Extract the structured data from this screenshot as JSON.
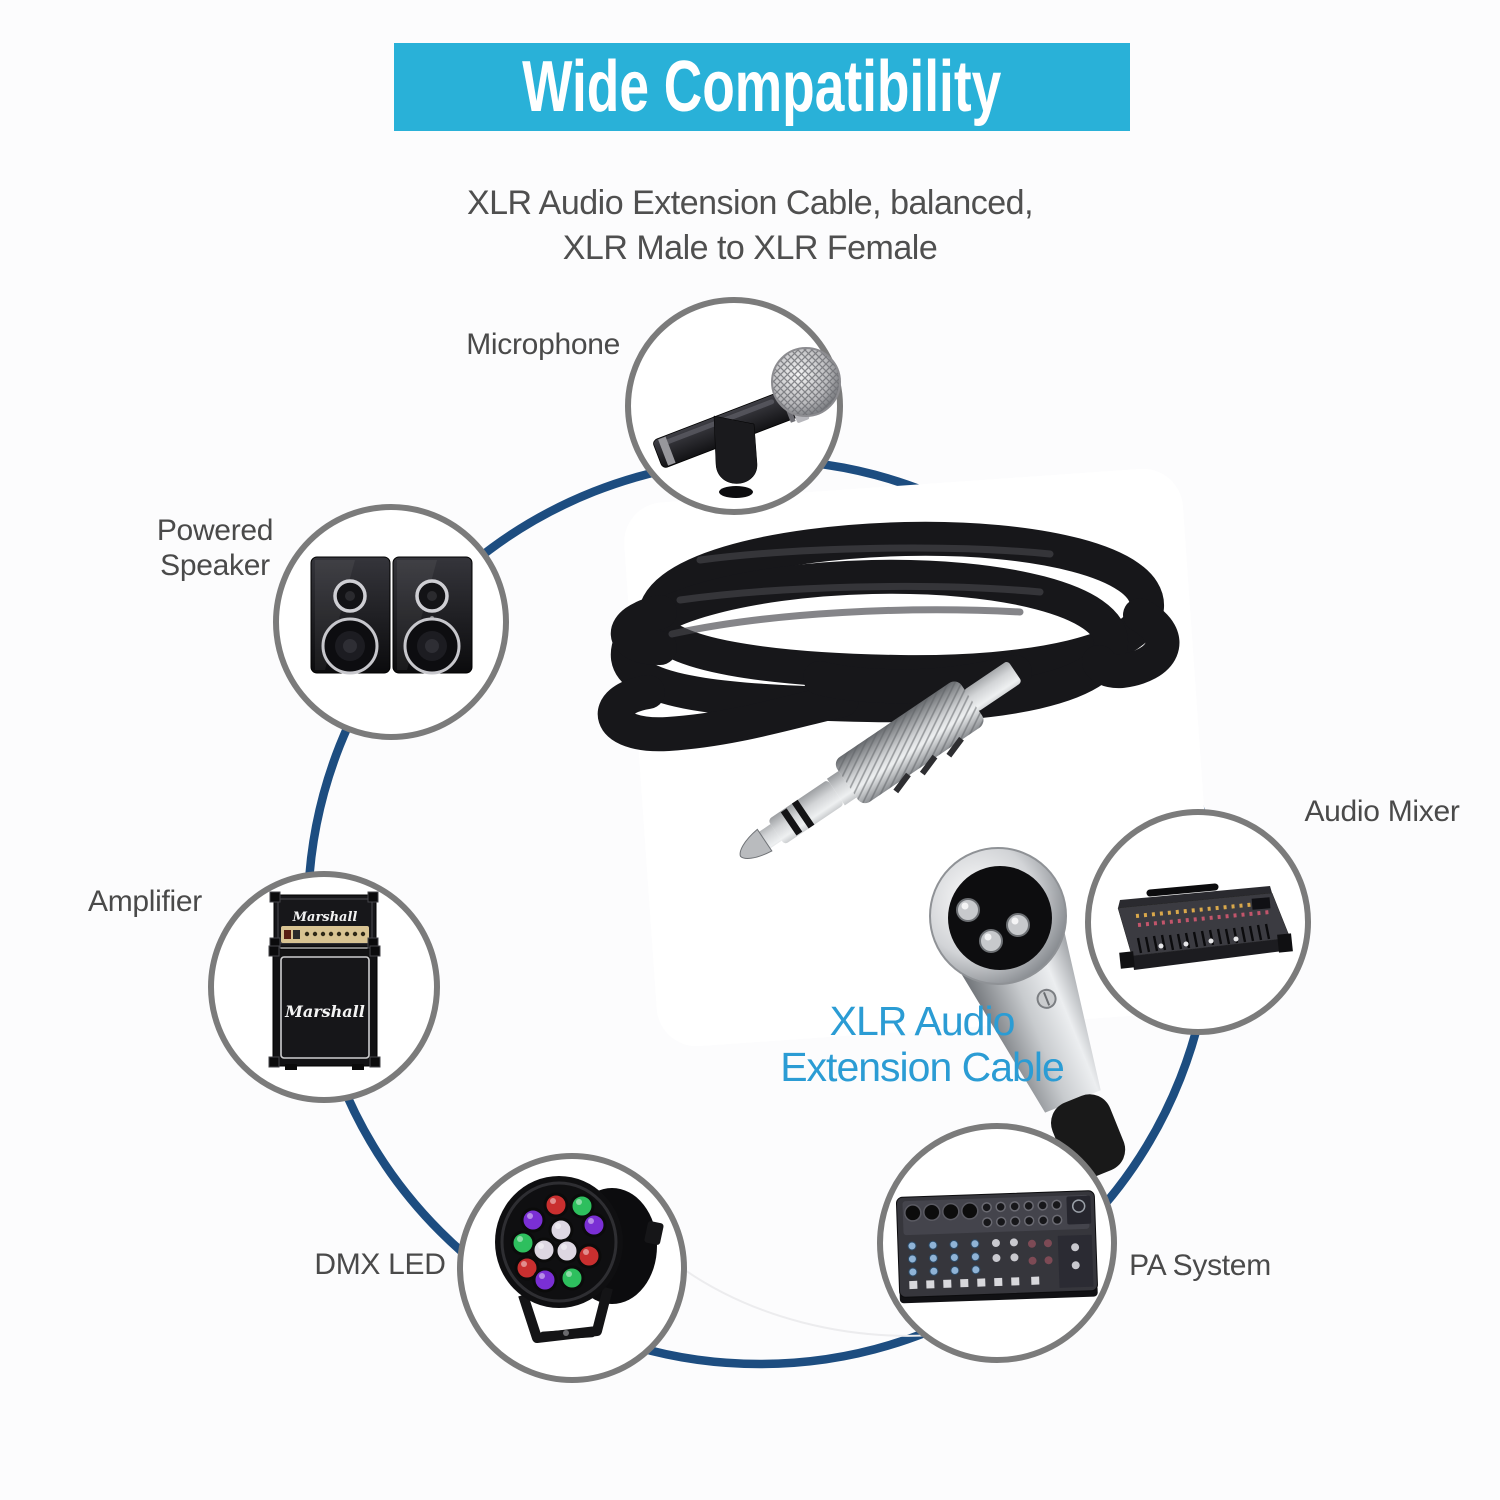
{
  "banner": {
    "title": "Wide Compatibility",
    "bg_color": "#29b1d8",
    "text_color": "#ffffff"
  },
  "subtitle": {
    "line1": "XLR Audio Extension Cable, balanced,",
    "line2": "XLR Male to XLR Female"
  },
  "diagram": {
    "ring_color": "#1d4d80",
    "node_border_color": "#7b7b7b",
    "nodes": [
      {
        "id": "microphone",
        "label": "Microphone"
      },
      {
        "id": "powered-speaker",
        "line1": "Powered",
        "line2": "Speaker"
      },
      {
        "id": "amplifier",
        "label": "Amplifier"
      },
      {
        "id": "dmx-led",
        "label": "DMX LED"
      },
      {
        "id": "pa-system",
        "label": "PA System"
      },
      {
        "id": "audio-mixer",
        "label": "Audio Mixer"
      }
    ],
    "center_caption": {
      "line1": "XLR Audio",
      "line2": "Extension Cable",
      "color": "#2b9cd4"
    }
  },
  "product": {
    "amp_brand": "Marshall"
  }
}
